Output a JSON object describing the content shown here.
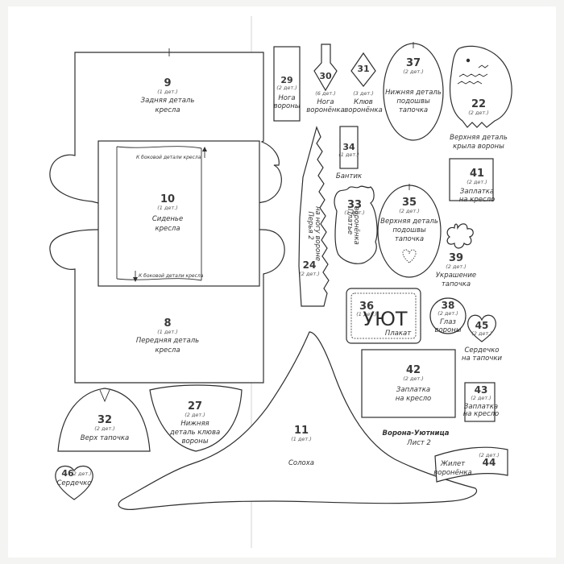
{
  "sheet": {
    "title": "Ворона-Уютница",
    "subtitle": "Лист 2"
  },
  "pieces": {
    "p9": {
      "num": "9",
      "count": "(1 дет.)",
      "l1": "Задняя деталь",
      "l2": "кресла"
    },
    "p10": {
      "num": "10",
      "count": "(1 дет.)",
      "l1": "Сиденье",
      "l2": "кресла",
      "note_top": "К боковой детали кресла",
      "note_bottom": "К боковой детали кресла"
    },
    "p8": {
      "num": "8",
      "count": "(1 дет.)",
      "l1": "Передняя деталь",
      "l2": "кресла"
    },
    "p29": {
      "num": "29",
      "count": "(2 дет.)",
      "l1": "Нога",
      "l2": "вороны"
    },
    "p30": {
      "num": "30",
      "count": "(6 дет.)",
      "l1": "Нога",
      "l2": "воронёнка"
    },
    "p31": {
      "num": "31",
      "count": "(3 дет.)",
      "l1": "Клюв",
      "l2": "воронёнка"
    },
    "p37": {
      "num": "37",
      "count": "(2 дет.)",
      "l1": "Нижняя деталь",
      "l2": "подошвы",
      "l3": "тапочка"
    },
    "p22": {
      "num": "22",
      "count": "(2 дет.)",
      "l1": "Верхняя деталь",
      "l2": "крыла вороны"
    },
    "p34": {
      "num": "34",
      "count": "(1 дет.)",
      "l1": "Бантик"
    },
    "p41": {
      "num": "41",
      "count": "(2 дет.)",
      "l1": "Заплатка",
      "l2": "на кресло"
    },
    "p33": {
      "num": "33",
      "count": "(1 дет.)",
      "l1": "Платье",
      "l2": "воронёнка"
    },
    "p35": {
      "num": "35",
      "count": "(2 дет.)",
      "l1": "Верхняя деталь",
      "l2": "подошвы",
      "l3": "тапочка"
    },
    "p39": {
      "num": "39",
      "count": "(2 дет.)",
      "l1": "Украшение",
      "l2": "тапочка"
    },
    "p24": {
      "num": "24",
      "count": "(2 дет.)",
      "l1": "Перья 2",
      "l2": "на ногу вороне"
    },
    "p36": {
      "num": "36",
      "count": "(1 дет.)",
      "l1": "Плакат",
      "word": "УЮТ"
    },
    "p38": {
      "num": "38",
      "count": "(2 дет.)",
      "l1": "Глаз",
      "l2": "вороны"
    },
    "p45": {
      "num": "45",
      "count": "(2 дет.)",
      "l1": "Сердечко",
      "l2": "на тапочки"
    },
    "p42": {
      "num": "42",
      "count": "(2 дет.)",
      "l1": "Заплатка",
      "l2": "на кресло"
    },
    "p43": {
      "num": "43",
      "count": "(2 дет.)",
      "l1": "Заплатка",
      "l2": "на кресло"
    },
    "p32": {
      "num": "32",
      "count": "(2 дет.)",
      "l1": "Верх тапочка"
    },
    "p27": {
      "num": "27",
      "count": "(2 дет.)",
      "l1": "Нижняя",
      "l2": "деталь клюва",
      "l3": "вороны"
    },
    "p11": {
      "num": "11",
      "count": "(1 дет.)",
      "l1": "Солоха"
    },
    "p44": {
      "num": "44",
      "count": "(2 дет.)",
      "l1": "Жилет",
      "l2": "воронёнка"
    },
    "p46": {
      "num": "46",
      "count": "(2 дет.)",
      "l1": "Сердечко"
    }
  }
}
